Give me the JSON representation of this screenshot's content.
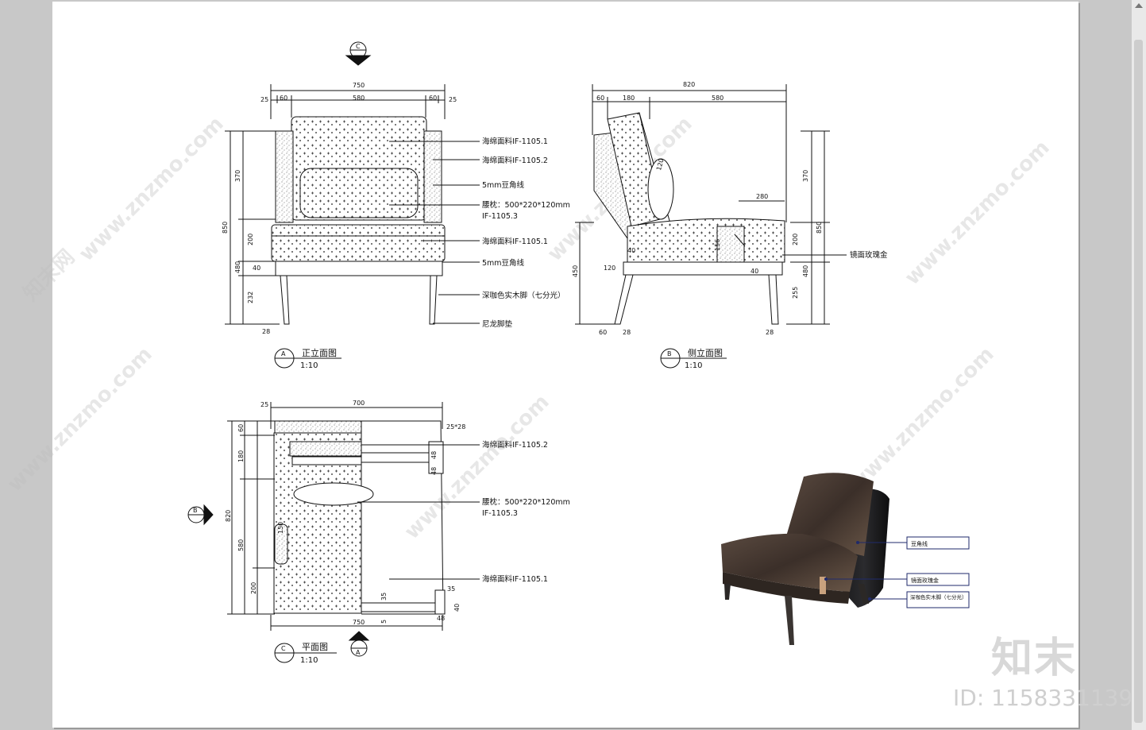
{
  "views": {
    "front": {
      "letter": "A",
      "title": "正立面图",
      "scale": "1:10"
    },
    "side": {
      "letter": "B",
      "title": "侧立面图",
      "scale": "1:10"
    },
    "plan": {
      "letter": "C",
      "title": "平面图",
      "scale": "1:10"
    },
    "section_mark_top": "C",
    "section_mark_plan_side": "B",
    "section_mark_plan_bottom": "A"
  },
  "front_dims": {
    "overall": "750",
    "parts": [
      "25",
      "60",
      "580",
      "60",
      "25"
    ],
    "left": [
      "370",
      "850",
      "200",
      "480",
      "40",
      "232",
      "28"
    ]
  },
  "front_notes": [
    "海绵面料IF-1105.1",
    "海绵面料IF-1105.2",
    "5mm豆角线",
    "腰枕：500*220*120mm",
    "IF-1105.3",
    "海绵面料IF-1105.1",
    "5mm豆角线",
    "深咖色实木脚（七分光）",
    "尼龙脚垫"
  ],
  "side_dims": {
    "overall": "820",
    "parts": [
      "60",
      "180",
      "580"
    ],
    "seat": "280",
    "right": [
      "370",
      "850",
      "200",
      "480",
      "255"
    ],
    "left": "450",
    "misc": [
      "120",
      "40",
      "60",
      "28",
      "28",
      "156",
      "40"
    ],
    "pillow_d": "120"
  },
  "side_notes": [
    "镜面玫瑰金"
  ],
  "plan_dims": {
    "top": "700",
    "top_left": "25",
    "left": [
      "60",
      "180",
      "820",
      "580",
      "200"
    ],
    "bottom": "750",
    "inner": [
      "35",
      "5",
      "48",
      "40",
      "35",
      "48",
      "150",
      "48"
    ],
    "corner": "25*28"
  },
  "plan_notes": [
    "海绵面料IF-1105.2",
    "腰枕：500*220*120mm",
    "IF-1105.3",
    "海绵面料IF-1105.1"
  ],
  "photo_labels": [
    "豆角线",
    "镜面玫瑰金",
    "深咖色实木脚（七分光）"
  ],
  "watermarks": {
    "url": "www.znzmo.com",
    "brand": "知末网",
    "logo": "知末",
    "id": "ID: 1158331139"
  },
  "colors": {
    "line": "#111111",
    "sheet": "#ffffff",
    "fabric": "#4a3b33",
    "leather": "#1a1a1c",
    "frame": "#3a3532",
    "label_border": "#1f2a6b"
  }
}
